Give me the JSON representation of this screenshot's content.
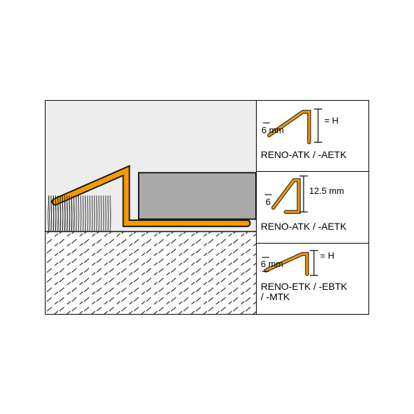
{
  "colors": {
    "orange": "#F59A00",
    "tile": "#ABABAB",
    "diagram_bg": "#EDEDED",
    "outline": "#1A1A1A",
    "line": "#000000",
    "panel_bg": "#FFFFFF"
  },
  "diagram": {
    "description": "Cross-section of floor transition: carpet to tile with orange transition profile over screed substrate"
  },
  "panels": [
    {
      "id": "reno-atk-aetk-h",
      "dim_left": "6 mm",
      "dim_right": "= H",
      "caption": "RENO-ATK / -AETK"
    },
    {
      "id": "reno-atk-aetk-125",
      "dim_left": "6",
      "dim_right": "12.5 mm",
      "caption": "RENO-ATK / -AETK"
    },
    {
      "id": "reno-etk-ebtk-mtk",
      "dim_left": "6 mm",
      "dim_right": "= H",
      "caption": "RENO-ETK / -EBTK",
      "caption_line2": "/ -MTK"
    }
  ]
}
